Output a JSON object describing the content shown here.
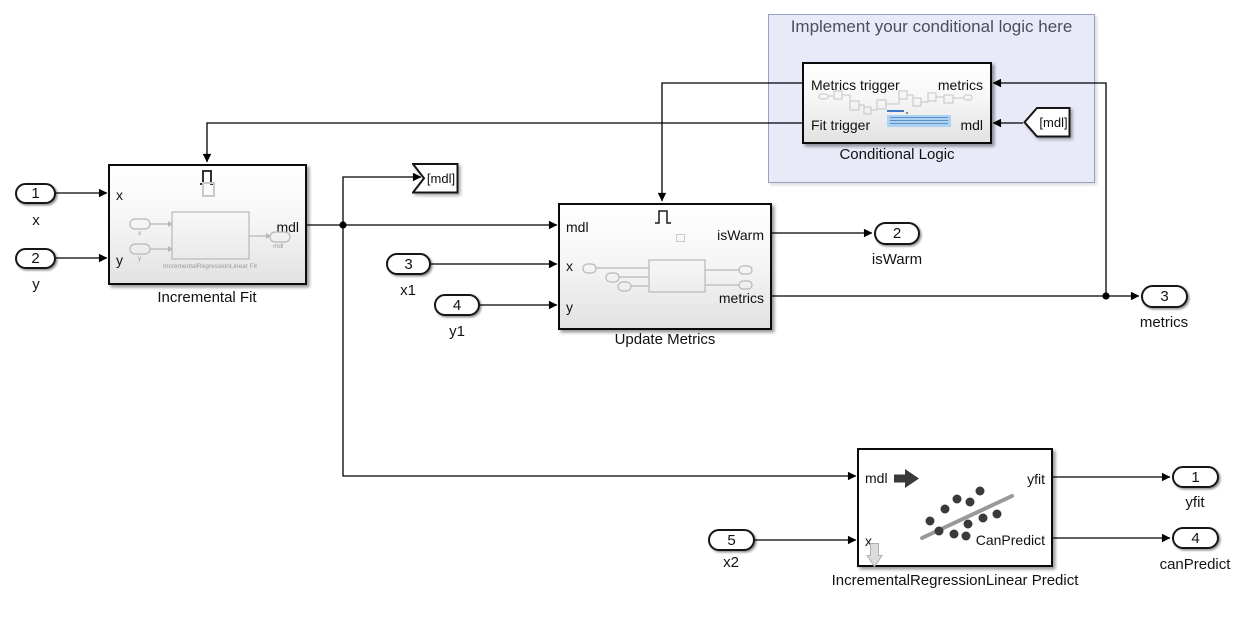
{
  "annotation": {
    "title": "Implement your conditional logic here"
  },
  "blocks": {
    "conditional_logic": {
      "name": "Conditional Logic",
      "port_labels": {
        "metrics_trigger": "Metrics trigger",
        "fit_trigger": "Fit trigger",
        "metrics": "metrics",
        "mdl": "mdl"
      }
    },
    "incremental_fit": {
      "name": "Incremental Fit",
      "port_labels": {
        "x": "x",
        "y": "y",
        "mdl": "mdl"
      },
      "thumbnail": {
        "inport1": "x",
        "inport2": "y",
        "outport": "mdl",
        "block": "IncrementalRegressionLinear Fit"
      }
    },
    "update_metrics": {
      "name": "Update Metrics",
      "port_labels": {
        "mdl": "mdl",
        "x": "x",
        "y": "y",
        "isWarm": "isWarm",
        "metrics": "metrics"
      }
    },
    "predict": {
      "name": "IncrementalRegressionLinear Predict",
      "port_labels": {
        "mdl": "mdl",
        "x": "x",
        "yfit": "yfit",
        "canPredict": "CanPredict"
      }
    }
  },
  "inports": [
    {
      "id": "1",
      "label": "x"
    },
    {
      "id": "2",
      "label": "y"
    },
    {
      "id": "3",
      "label": "x1"
    },
    {
      "id": "4",
      "label": "y1"
    },
    {
      "id": "5",
      "label": "x2"
    }
  ],
  "outports": [
    {
      "id": "2",
      "label": "isWarm"
    },
    {
      "id": "3",
      "label": "metrics"
    },
    {
      "id": "1",
      "label": "yfit"
    },
    {
      "id": "4",
      "label": "canPredict"
    }
  ],
  "tags": {
    "goto_mdl": "[mdl]",
    "from_mdl": "[mdl]"
  },
  "colors": {
    "annotation_fill": "#e9eaf8",
    "annotation_border": "#99a0c3",
    "annotation_text": "#4a4e59",
    "block_border": "#0b0b0b",
    "wire": "#000000",
    "thumbnail_gray": "#b8b8b8",
    "highlight_blue": "#a9d2f3",
    "scatter_dot": "#3a3a3a",
    "scatter_line": "#999999",
    "light_arrow": "#dcdcdc"
  }
}
